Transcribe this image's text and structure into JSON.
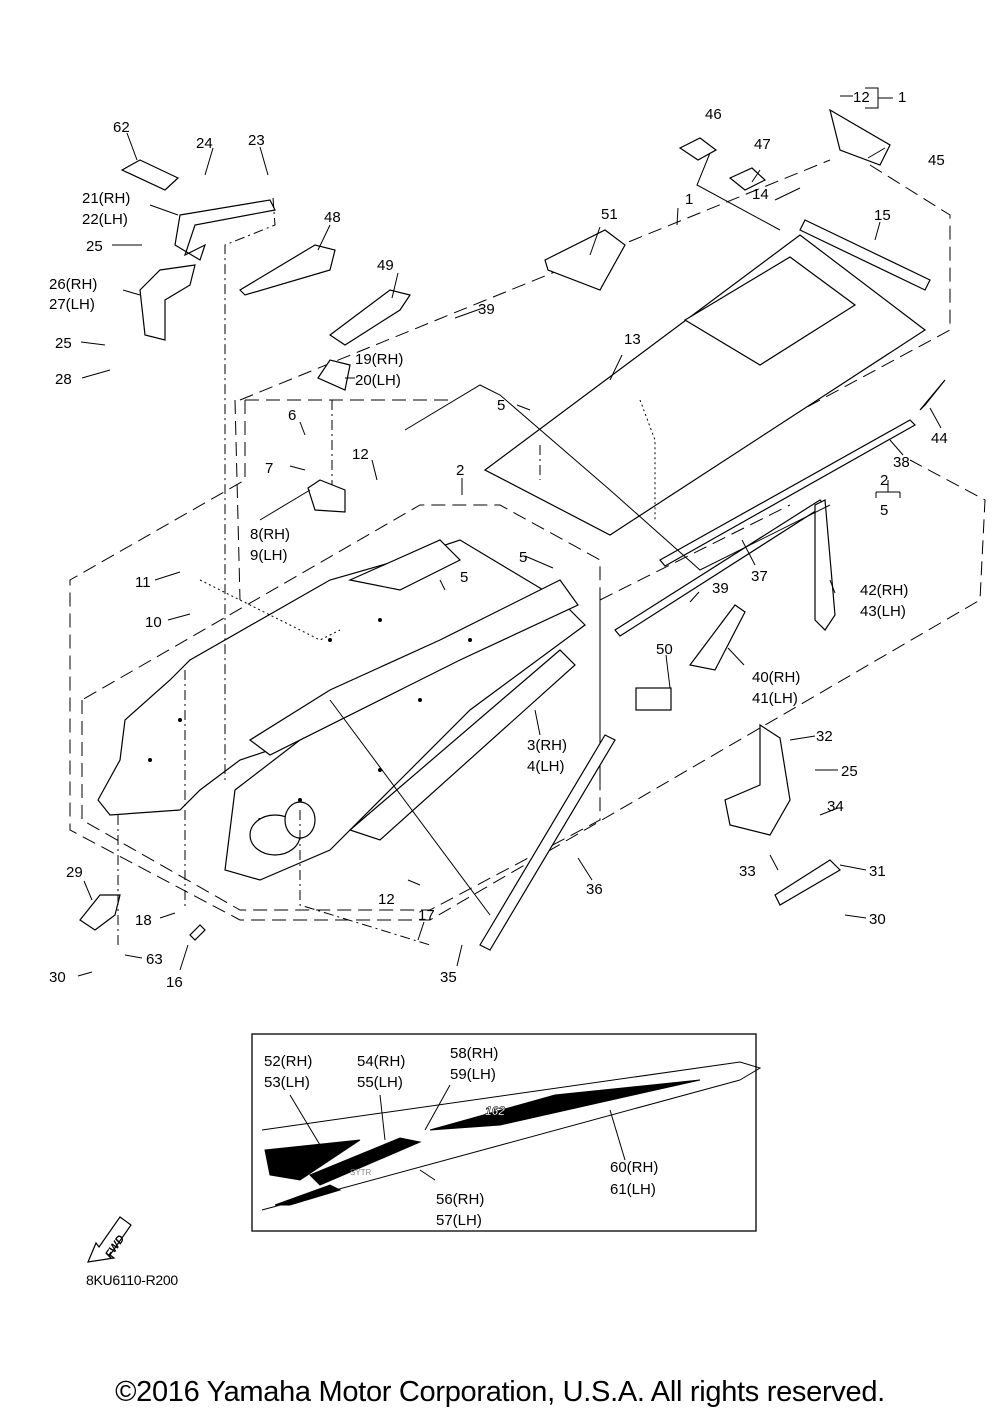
{
  "diagram": {
    "title": "Frame / Tunnel Exploded Parts Diagram",
    "code": "8KU6110-R200",
    "copyright": "©2016 Yamaha Motor Corporation, U.S.A. All rights reserved.",
    "fwd_label": "FWD",
    "callouts": {
      "p1": "1",
      "p1b": "1",
      "p2": "2",
      "p2b": "2",
      "p3_4": [
        "3(RH)",
        "4(LH)"
      ],
      "p5a": "5",
      "p5b": "5",
      "p5c": "5",
      "p5d": "5",
      "p6": "6",
      "p7": "7",
      "p8_9": [
        "8(RH)",
        "9(LH)"
      ],
      "p10": "10",
      "p11": "11",
      "p12a": "12",
      "p12b": "12",
      "p12c": "12",
      "p13": "13",
      "p14": "14",
      "p15": "15",
      "p16": "16",
      "p17": "17",
      "p18": "18",
      "p19_20": [
        "19(RH)",
        "20(LH)"
      ],
      "p21_22": [
        "21(RH)",
        "22(LH)"
      ],
      "p23": "23",
      "p24": "24",
      "p25a": "25",
      "p25b": "25",
      "p25c": "25",
      "p26_27": [
        "26(RH)",
        "27(LH)"
      ],
      "p28": "28",
      "p29": "29",
      "p30a": "30",
      "p30b": "30",
      "p31": "31",
      "p32": "32",
      "p33": "33",
      "p34": "34",
      "p35": "35",
      "p36": "36",
      "p37": "37",
      "p38": "38",
      "p39a": "39",
      "p39b": "39",
      "p40_41": [
        "40(RH)",
        "41(LH)"
      ],
      "p42_43": [
        "42(RH)",
        "43(LH)"
      ],
      "p44": "44",
      "p45": "45",
      "p46": "46",
      "p47": "47",
      "p48": "48",
      "p49": "49",
      "p50": "50",
      "p51": "51",
      "p62": "62",
      "p63": "63"
    },
    "decal_inset": {
      "p52_53": [
        "52(RH)",
        "53(LH)"
      ],
      "p54_55": [
        "54(RH)",
        "55(LH)"
      ],
      "p56_57": [
        "56(RH)",
        "57(LH)"
      ],
      "p58_59": [
        "58(RH)",
        "59(LH)"
      ],
      "p60_61": [
        "60(RH)",
        "61(LH)"
      ],
      "decal_number": "162",
      "decal_text": "SYTR"
    }
  }
}
